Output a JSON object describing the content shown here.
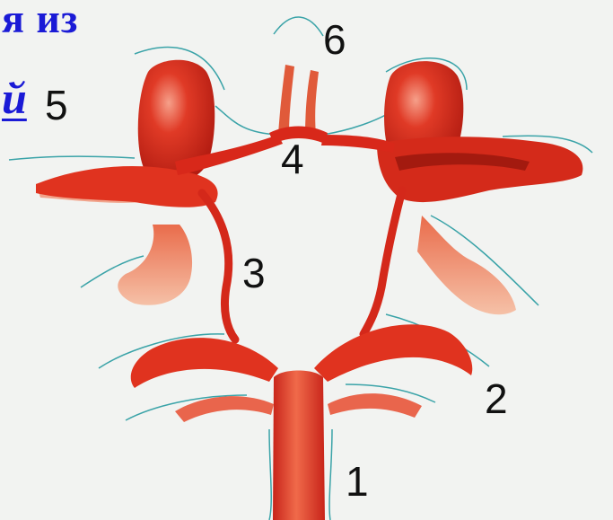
{
  "slide": {
    "heading_fragment": "я из",
    "link_fragment": "й"
  },
  "labels": {
    "l1": "1",
    "l2": "2",
    "l3": "3",
    "l4": "4",
    "l5": "5",
    "l6": "6"
  },
  "colors": {
    "background": "#f2f3f1",
    "artery": "#e0301e",
    "artery_dark": "#b41a12",
    "artery_light": "#f08a6a",
    "outline": "#3aa3a8",
    "text_blue": "#1a1ad6"
  }
}
